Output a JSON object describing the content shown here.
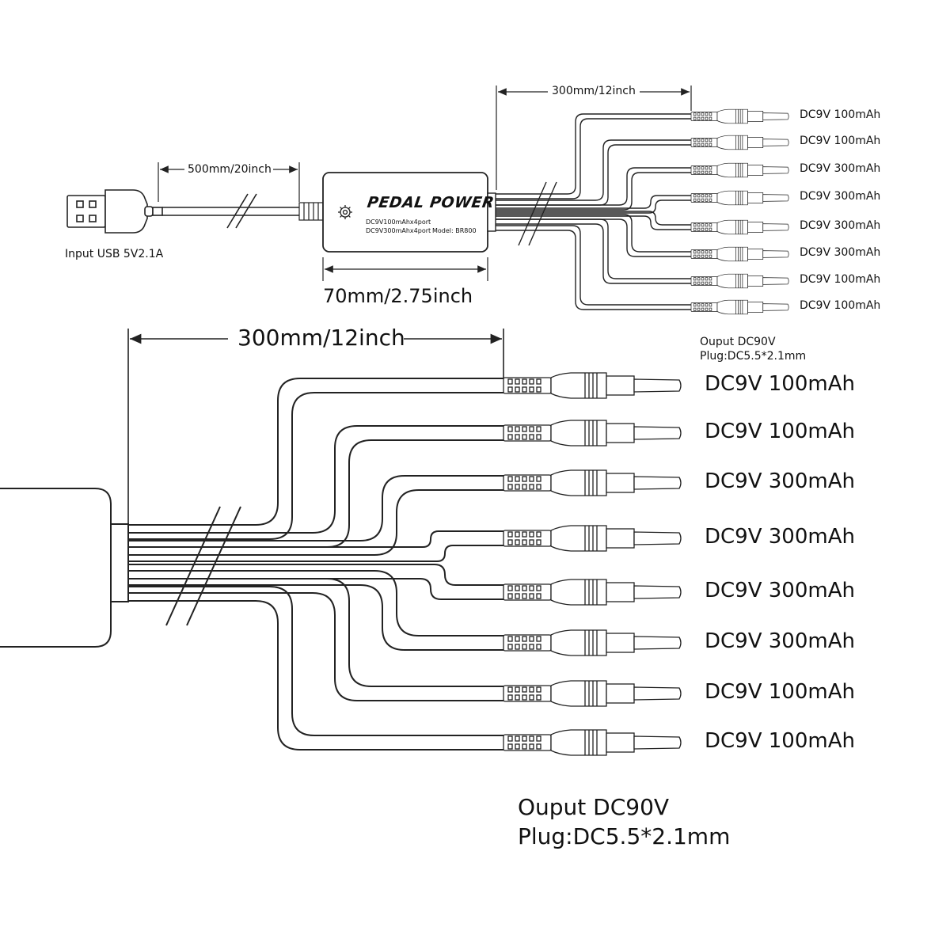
{
  "device": {
    "brand": "PEDAL POWER",
    "spec_line1": "DC9V100mAhx4port",
    "spec_line2": "DC9V300mAhx4port",
    "model": "Model: BR800",
    "gear_icon": "gear-icon"
  },
  "input": {
    "label": "Input USB 5V2.1A",
    "connector_icon": "usb-plug-icon"
  },
  "dimensions": {
    "usb_cable": "500mm/20inch",
    "output_cable": "300mm/12inch",
    "box_width": "70mm/2.75inch",
    "output_cable_zoom": "300mm/12inch"
  },
  "outputs": [
    "DC9V 100mAh",
    "DC9V 100mAh",
    "DC9V 300mAh",
    "DC9V 300mAh",
    "DC9V 300mAh",
    "DC9V 300mAh",
    "DC9V 100mAh",
    "DC9V 100mAh"
  ],
  "output_spec_small": {
    "line1": "Ouput DC90V",
    "line2": "Plug:DC5.5*2.1mm"
  },
  "output_spec_large": {
    "line1": "Ouput DC90V",
    "line2": "Plug:DC5.5*2.1mm"
  },
  "colors": {
    "line": "#222222",
    "fill": "#ffffff"
  }
}
